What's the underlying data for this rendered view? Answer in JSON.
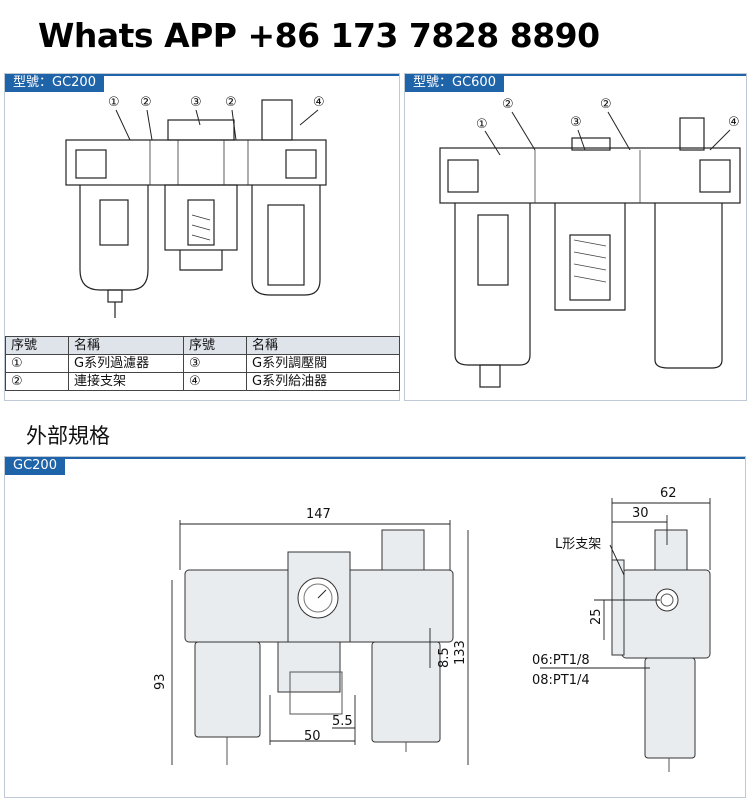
{
  "header": {
    "text": "Whats APP +86 173 7828 8890"
  },
  "panel_left": {
    "tab": "型號：GC200",
    "callouts": [
      "①",
      "②",
      "③",
      "②",
      "④"
    ]
  },
  "panel_right": {
    "tab": "型號：GC600",
    "callouts": [
      "①",
      "②",
      "③",
      "②",
      "④"
    ]
  },
  "legend": {
    "header": [
      "序號",
      "名稱",
      "序號",
      "名稱"
    ],
    "rows": [
      [
        "①",
        "G系列過濾器",
        "③",
        "G系列調壓閥"
      ],
      [
        "②",
        "連接支架",
        "④",
        "G系列給油器"
      ]
    ]
  },
  "section_title": "外部規格",
  "dims_panel": {
    "tab": "GC200",
    "front": {
      "width": "147",
      "height_left": "93",
      "height_right": "133",
      "offset": "8.5",
      "gap": "5.5",
      "pitch": "50"
    },
    "side": {
      "width": "62",
      "half": "30",
      "port_height": "25",
      "bracket_label": "L形支架",
      "ports": [
        "06:PT1/8",
        "08:PT1/4"
      ]
    }
  }
}
